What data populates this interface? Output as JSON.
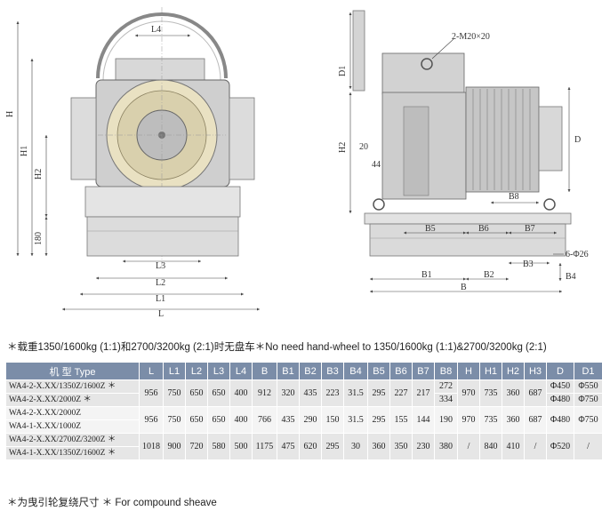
{
  "drawing_labels": {
    "front": {
      "L4": "L4",
      "H": "H",
      "H1": "H1",
      "H2": "H2",
      "d180": "180",
      "L3": "L3",
      "L2": "L2",
      "L1": "L1",
      "L": "L"
    },
    "side": {
      "bolt": "2-M20×20",
      "D1": "D1",
      "H2": "H2",
      "d20": "20",
      "d44": "44",
      "D": "D",
      "B8": "B8",
      "B5": "B5",
      "B6": "B6",
      "B7": "B7",
      "holes": "6-Φ26",
      "B3": "B3",
      "B4": "B4",
      "B1": "B1",
      "B2": "B2",
      "B": "B"
    }
  },
  "notes": {
    "top": "＊载重1350/1600kg (1:1)和2700/3200kg (2:1)时无盘车＊No need hand-wheel to 1350/1600kg (1:1)&2700/3200kg (2:1)",
    "bottom": "＊为曳引轮复绕尺寸  ＊ For compound sheave"
  },
  "table": {
    "headers": [
      "机 型 Type",
      "L",
      "L1",
      "L2",
      "L3",
      "L4",
      "B",
      "B1",
      "B2",
      "B3",
      "B4",
      "B5",
      "B6",
      "B7",
      "B8",
      "H",
      "H1",
      "H2",
      "H3",
      "D",
      "D1"
    ],
    "groups": [
      {
        "models": [
          "WA4-2-X.XX/1350Z/1600Z ＊",
          "WA4-2-X.XX/2000Z ＊"
        ],
        "L": "956",
        "L1": "750",
        "L2": "650",
        "L3": "650",
        "L4": "400",
        "B": "912",
        "B1": "320",
        "B2": "435",
        "B3": "223",
        "B4": "31.5",
        "B5": "295",
        "B6": "227",
        "B7": "217",
        "B8": [
          "272",
          "334"
        ],
        "H": "970",
        "H1": "735",
        "H2": "360",
        "H3": "687",
        "D": [
          "Φ450",
          "Φ480"
        ],
        "D1": [
          "Φ550",
          "Φ750"
        ]
      },
      {
        "models": [
          "WA4-2-X.XX/2000Z",
          "WA4-1-X.XX/1000Z"
        ],
        "L": "956",
        "L1": "750",
        "L2": "650",
        "L3": "650",
        "L4": "400",
        "B": "766",
        "B1": "435",
        "B2": "290",
        "B3": "150",
        "B4": "31.5",
        "B5": "295",
        "B6": "155",
        "B7": "144",
        "B8": "190",
        "H": "970",
        "H1": "735",
        "H2": "360",
        "H3": "687",
        "D": "Φ480",
        "D1": "Φ750"
      },
      {
        "models": [
          "WA4-2-X.XX/2700Z/3200Z ＊",
          "WA4-1-X.XX/1350Z/1600Z ＊"
        ],
        "L": "1018",
        "L1": "900",
        "L2": "720",
        "L3": "580",
        "L4": "500",
        "B": "1175",
        "B1": "475",
        "B2": "620",
        "B3": "295",
        "B4": "30",
        "B5": "360",
        "B6": "350",
        "B7": "230",
        "B8": "380",
        "H": "/",
        "H1": "840",
        "H2": "410",
        "H3": "/",
        "D": "Φ520",
        "D1": "/"
      }
    ]
  }
}
